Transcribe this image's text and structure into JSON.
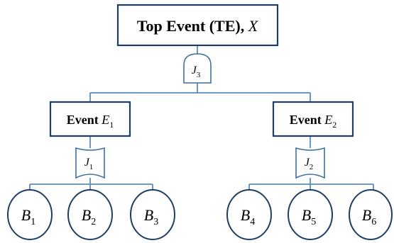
{
  "top_event": {
    "label": "Top Event (TE), ",
    "var": "X"
  },
  "gates": [
    {
      "id": "J3",
      "letter": "J",
      "sub": "3"
    },
    {
      "id": "J1",
      "letter": "J",
      "sub": "1"
    },
    {
      "id": "J2",
      "letter": "J",
      "sub": "2"
    }
  ],
  "events": [
    {
      "id": "E1",
      "label": "Event ",
      "letter": "E",
      "sub": "1"
    },
    {
      "id": "E2",
      "label": "Event ",
      "letter": "E",
      "sub": "2"
    }
  ],
  "basic_events": [
    {
      "id": "B1",
      "letter": "B",
      "sub": "1"
    },
    {
      "id": "B2",
      "letter": "B",
      "sub": "2"
    },
    {
      "id": "B3",
      "letter": "B",
      "sub": "3"
    },
    {
      "id": "B4",
      "letter": "B",
      "sub": "4"
    },
    {
      "id": "B5",
      "letter": "B",
      "sub": "5"
    },
    {
      "id": "B6",
      "letter": "B",
      "sub": "6"
    }
  ],
  "colors": {
    "box_stroke": "#1f3c63",
    "connector": "#5a8cc0",
    "gate_stroke": "#3f6f9e"
  }
}
